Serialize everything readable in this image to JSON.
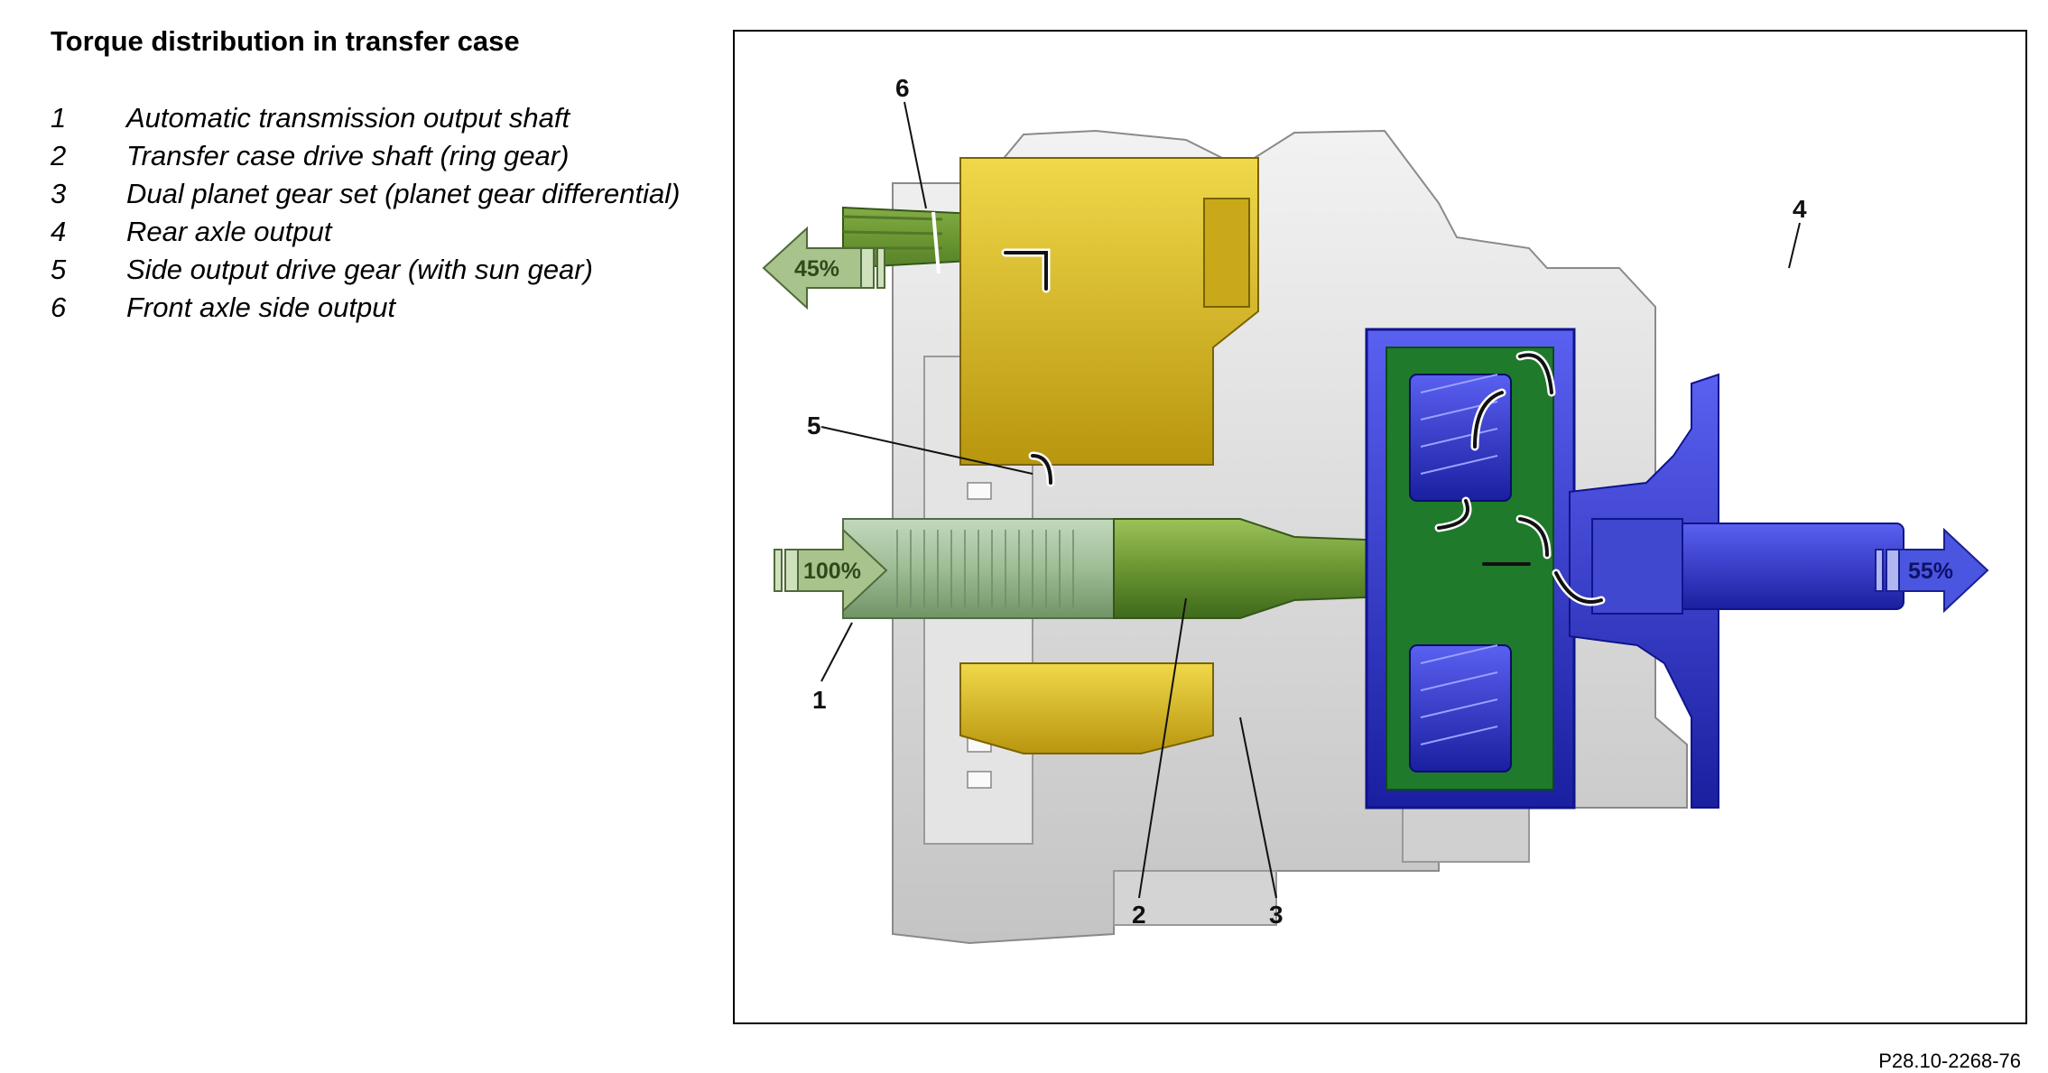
{
  "title": "Torque distribution in transfer case",
  "legend": [
    {
      "num": "1",
      "text": "Automatic transmission output shaft"
    },
    {
      "num": "2",
      "text": "Transfer case drive shaft (ring gear)"
    },
    {
      "num": "3",
      "text": "Dual planet gear set (planet gear differential)"
    },
    {
      "num": "4",
      "text": "Rear axle output"
    },
    {
      "num": "5",
      "text": "Side output drive gear (with sun gear)"
    },
    {
      "num": "6",
      "text": "Front axle side output"
    }
  ],
  "figure": {
    "reference": "P28.10-2268-76",
    "torque_front": "45%",
    "torque_input": "100%",
    "torque_rear": "55%",
    "callouts": {
      "c1": "1",
      "c2": "2",
      "c3": "3",
      "c4": "4",
      "c5": "5",
      "c6": "6"
    },
    "colors": {
      "green_shaft": "#6f9a34",
      "yellow_gear": "#d9b818",
      "blue_gear": "#2a30d8",
      "dark_green_carrier": "#1f7a2c",
      "housing_grey": "#dcdcdc"
    }
  }
}
